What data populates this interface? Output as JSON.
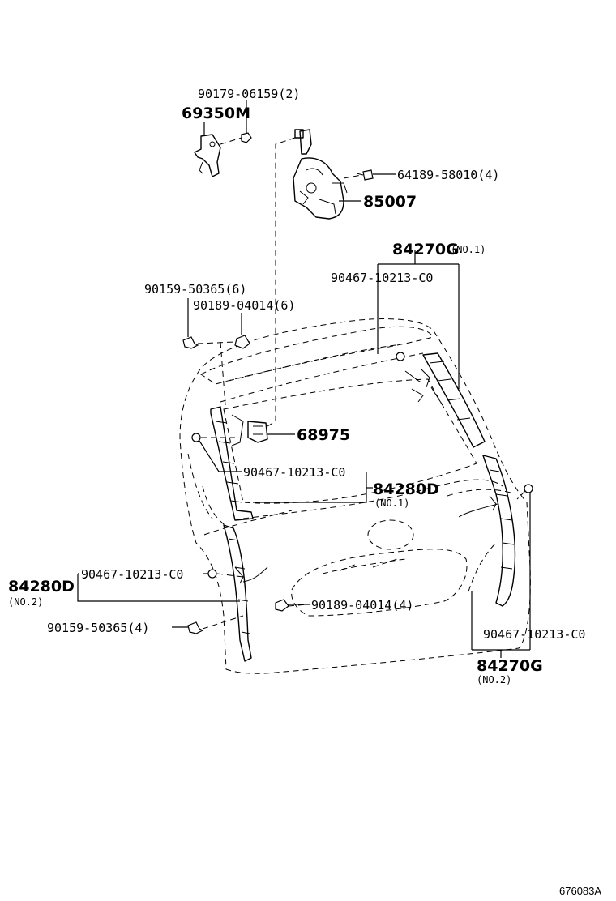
{
  "labels": {
    "p_90179": "90179-06159(2)",
    "p_69350M": "69350M",
    "p_64189": "64189-58010(4)",
    "p_85007": "85007",
    "p_84270G_1": "84270G",
    "p_84270G_1_sub": "(NO.1)",
    "p_90467_a": "90467-10213-C0",
    "p_90159_6": "90159-50365(6)",
    "p_90189_6": "90189-04014(6)",
    "p_68975": "68975",
    "p_90467_b": "90467-10213-C0",
    "p_84280D_1": "84280D",
    "p_84280D_1_sub": "(NO.1)",
    "p_84280D_2": "84280D",
    "p_84280D_2_sub": "(NO.2)",
    "p_90467_c": "90467-10213-C0",
    "p_90189_4": "90189-04014(4)",
    "p_90159_4": "90159-50365(4)",
    "p_90467_d": "90467-10213-C0",
    "p_84270G_2": "84270G",
    "p_84270G_2_sub": "(NO.2)",
    "figure_ref": "676083A"
  }
}
